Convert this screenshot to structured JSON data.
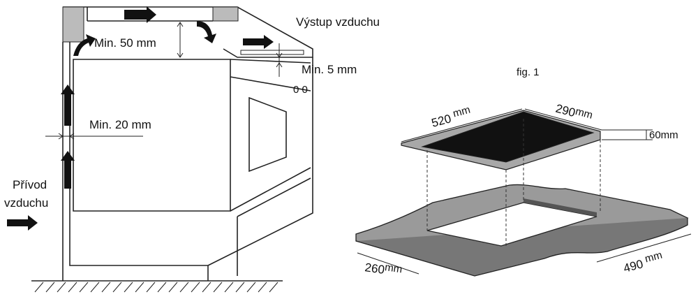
{
  "left_figure": {
    "air_outlet_label": "Výstup vzduchu",
    "min_top_gap": "Min. 50 mm",
    "min_front_gap": "Min. 5 mm",
    "min_side_gap": "Min. 20 mm",
    "air_inlet_label_line1": "Přívod",
    "air_inlet_label_line2": "vzduchu",
    "oven_knobs": "0 0"
  },
  "right_figure": {
    "title": "fig. 1",
    "hob_width": "520",
    "hob_depth": "290",
    "hob_height": "60mm",
    "cutout_depth": "260",
    "cutout_width": "490",
    "unit": "mm"
  },
  "colors": {
    "hob_top": "#111111",
    "counter": "#9a9a9a",
    "hob_side": "#a8a8a8"
  }
}
